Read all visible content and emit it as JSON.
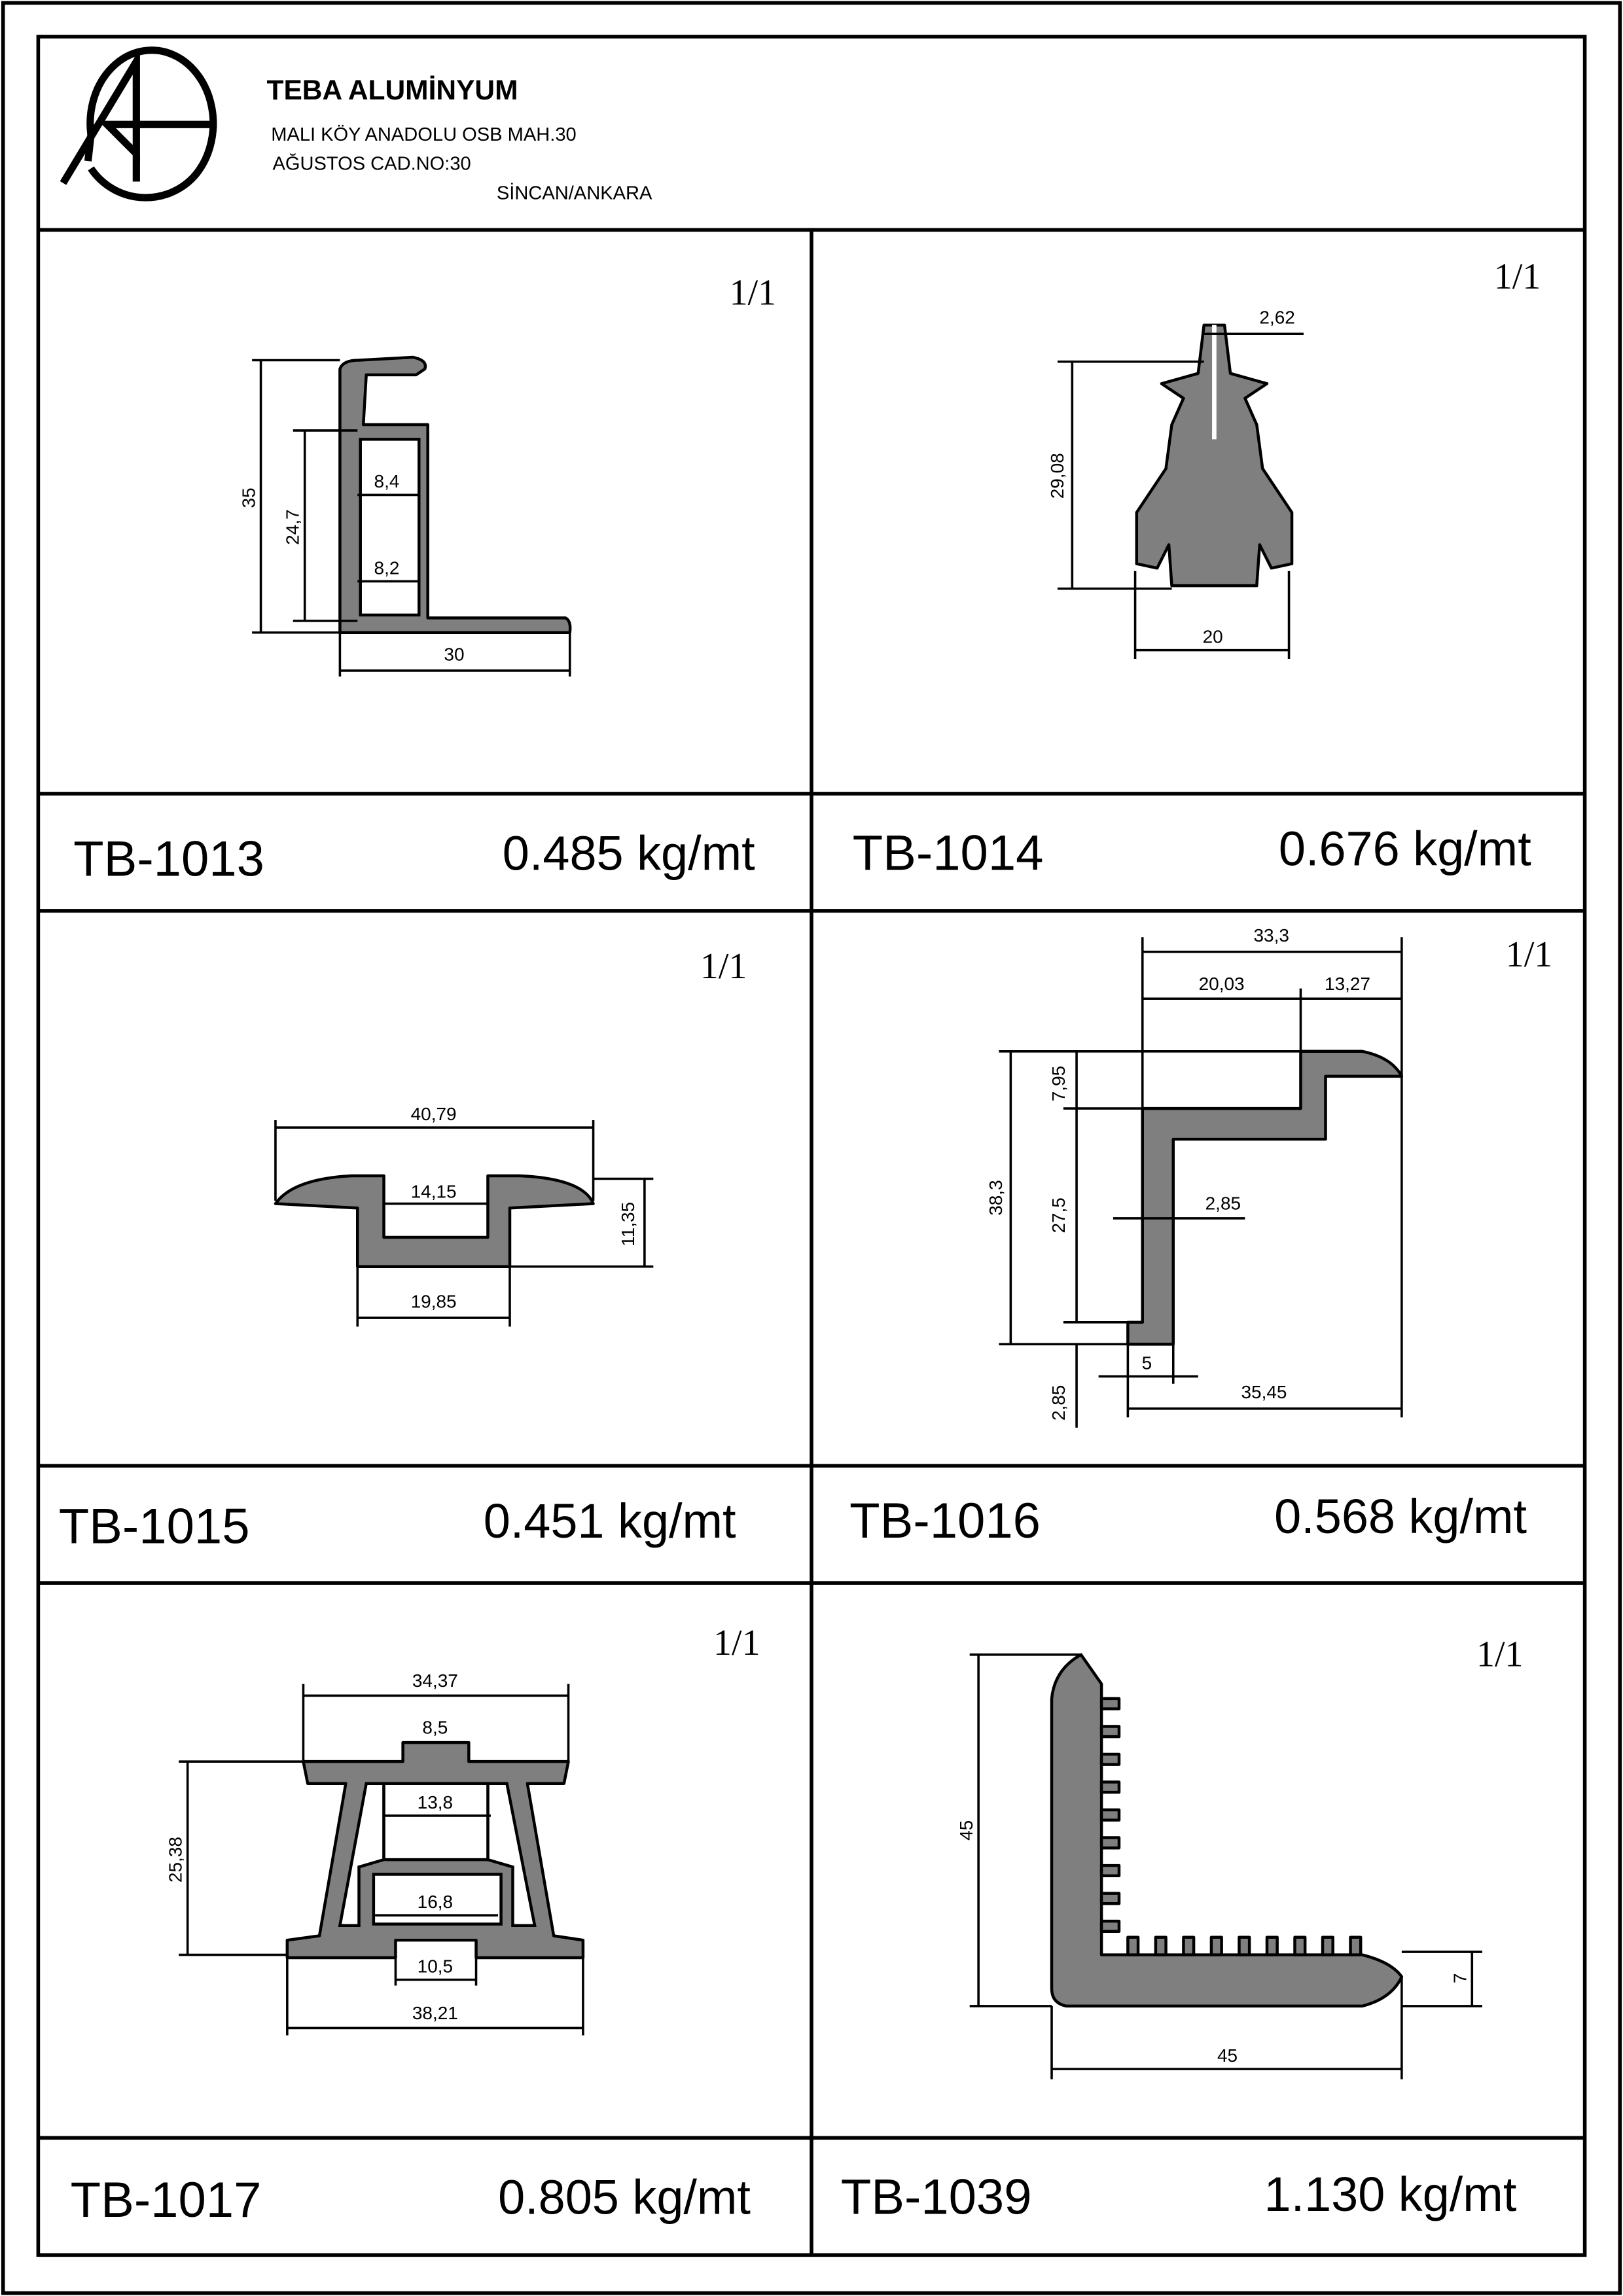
{
  "header": {
    "company": "TEBA ALUMİNYUM",
    "address_line1": "MALI KÖY ANADOLU OSB MAH.30",
    "address_line2": "AĞUSTOS CAD.NO:30",
    "city": "SİNCAN/ANKARA"
  },
  "profiles": [
    {
      "code": "TB-1013",
      "weight": "0.485 kg/mt",
      "scale": "1/1",
      "dims": [
        "35",
        "24,7",
        "8,4",
        "8,2",
        "30"
      ]
    },
    {
      "code": "TB-1014",
      "weight": "0.676 kg/mt",
      "scale": "1/1",
      "dims": [
        "2,62",
        "29,08",
        "20"
      ]
    },
    {
      "code": "TB-1015",
      "weight": "0.451 kg/mt",
      "scale": "1/1",
      "dims": [
        "40,79",
        "14,15",
        "11,35",
        "19,85"
      ]
    },
    {
      "code": "TB-1016",
      "weight": "0.568 kg/mt",
      "scale": "1/1",
      "dims": [
        "33,3",
        "20,03",
        "13,27",
        "38,3",
        "7,95",
        "27,5",
        "2,85",
        "5",
        "35,45",
        "2,85"
      ]
    },
    {
      "code": "TB-1017",
      "weight": "0.805 kg/mt",
      "scale": "1/1",
      "dims": [
        "34,37",
        "8,5",
        "13,8",
        "16,8",
        "10,5",
        "38,21",
        "25,38"
      ]
    },
    {
      "code": "TB-1039",
      "weight": "1.130 kg/mt",
      "scale": "1/1",
      "dims": [
        "45",
        "45",
        "7"
      ]
    }
  ]
}
